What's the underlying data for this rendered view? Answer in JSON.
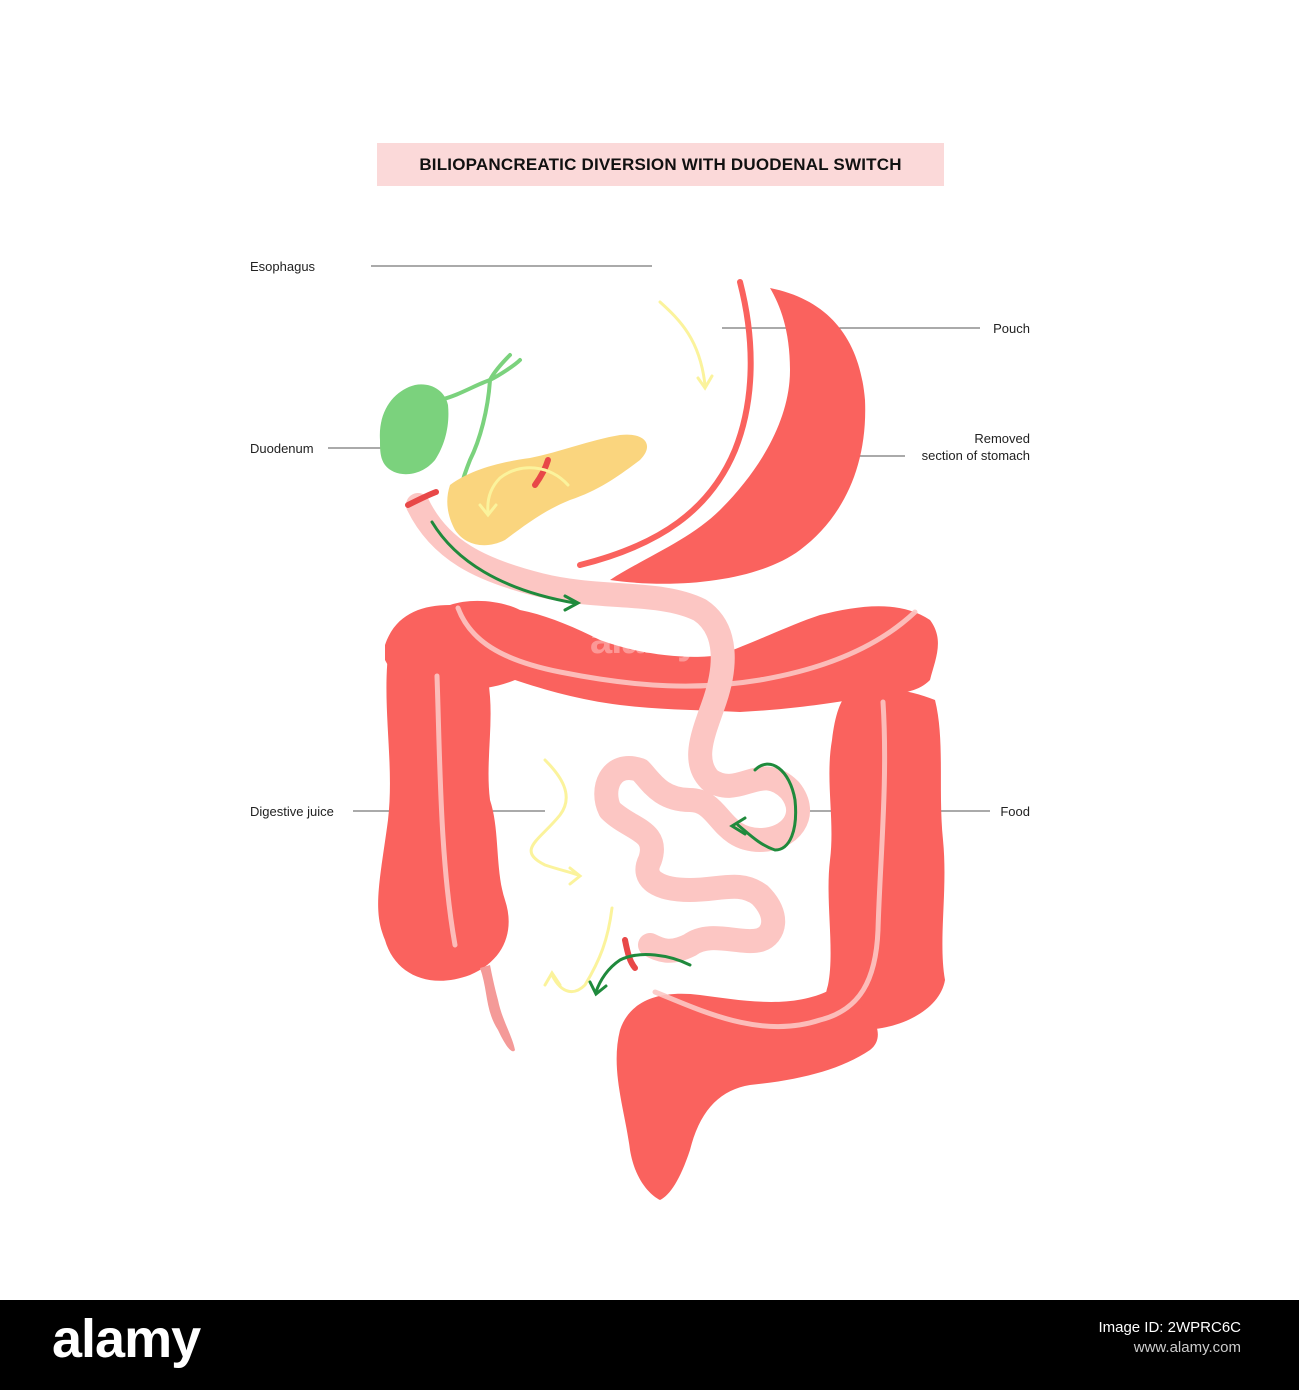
{
  "title": "BILIOPANCREATIC DIVERSION WITH DUODENAL SWITCH",
  "labels": {
    "esophagus": "Esophagus",
    "pouch": "Pouch",
    "duodenum": "Duodenum",
    "removed_line1": "Removed",
    "removed_line2": "section of stomach",
    "digestive_juice": "Digestive juice",
    "food": "Food"
  },
  "colors": {
    "organ_red": "#fa625e",
    "intestine_pink": "#fcc6c3",
    "gallbladder_green": "#7bd27d",
    "pancreas_yellow": "#fad57e",
    "food_arrow_green": "#1f8a3c",
    "juice_arrow_yellow": "#fbf39c",
    "title_bg": "#fbd9d9"
  },
  "footer": {
    "logo": "alamy",
    "image_id": "Image ID: 2WPRC6C",
    "url": "www.alamy.com"
  },
  "watermark": "alamy"
}
